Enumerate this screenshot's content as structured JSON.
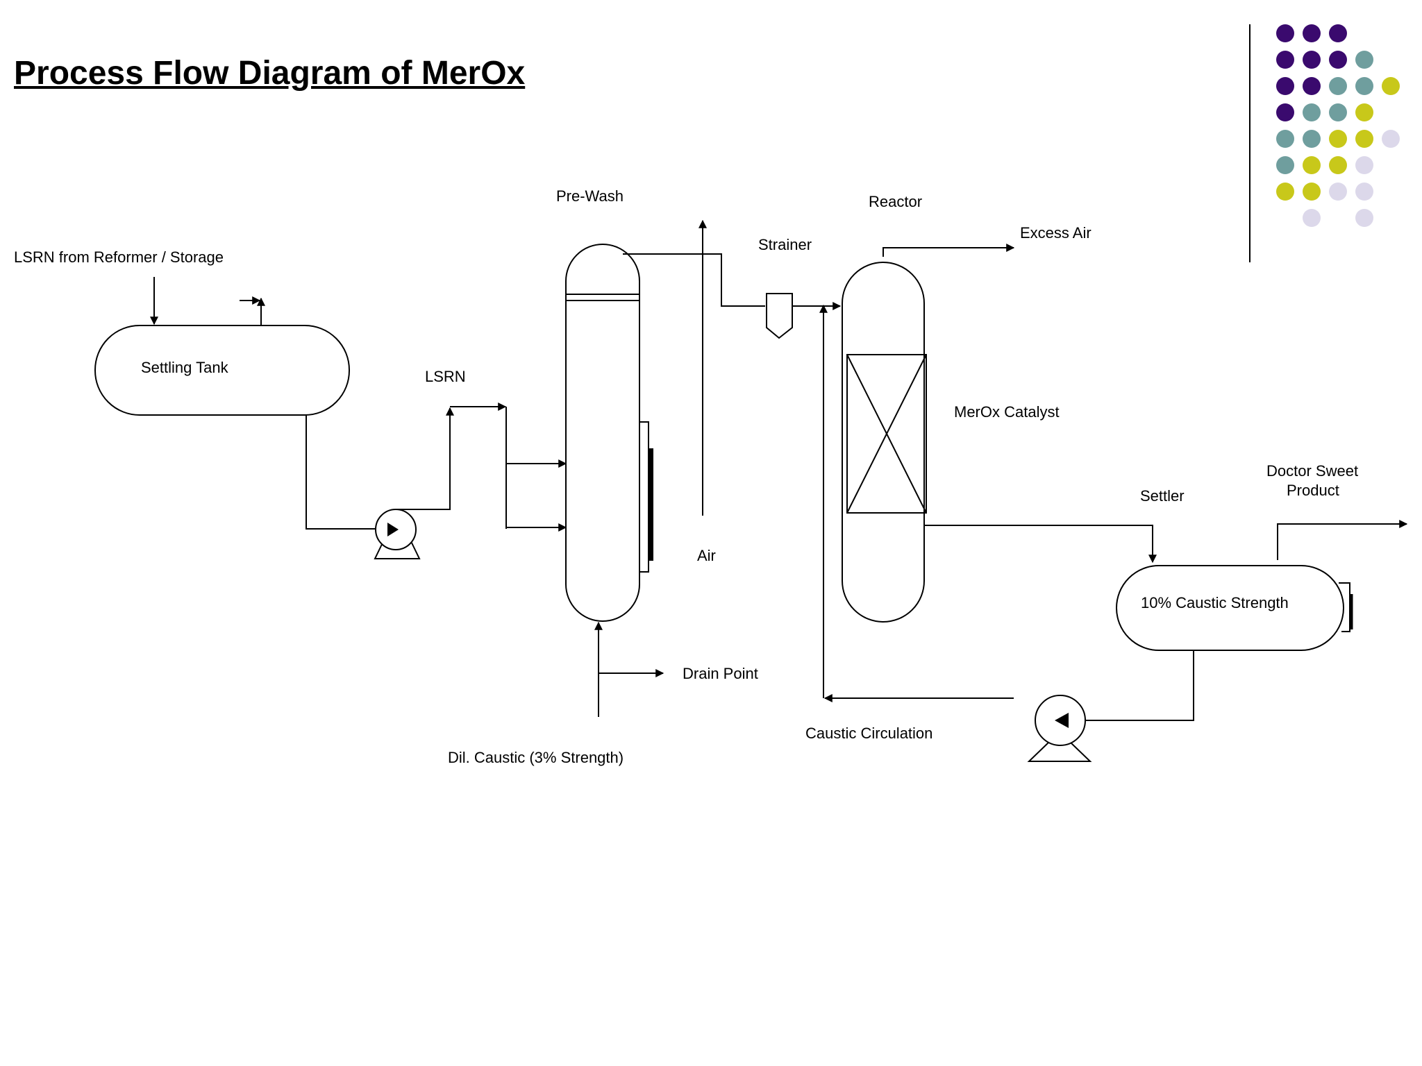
{
  "title": "Process Flow Diagram of MerOx",
  "labels": {
    "lsrn_source": "LSRN from Reformer / Storage",
    "settling_tank": "Settling Tank",
    "lsrn": "LSRN",
    "pre_wash": "Pre-Wash",
    "air": "Air",
    "strainer": "Strainer",
    "reactor": "Reactor",
    "excess_air": "Excess Air",
    "merox_catalyst": "MerOx Catalyst",
    "settler": "Settler",
    "doctor_sweet_line1": "Doctor Sweet",
    "doctor_sweet_line2": "Product",
    "caustic_strength": "10% Caustic Strength",
    "drain_point": "Drain Point",
    "dil_caustic": "Dil. Caustic (3% Strength)",
    "caustic_circulation": "Caustic Circulation"
  },
  "decor_colors": {
    "purple": "#3a0a6e",
    "teal": "#6f9e9e",
    "olive": "#c8c81a",
    "lavender": "#dcd8ea"
  }
}
